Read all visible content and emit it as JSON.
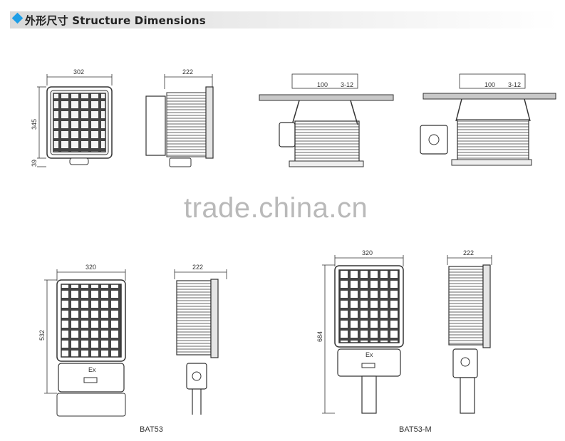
{
  "header": {
    "title": "外形尺寸 Structure Dimensions",
    "diamond_color": "#1e9ee6"
  },
  "dimensions": {
    "top_front_width": "302",
    "top_front_height": "345",
    "top_front_bottom": "39",
    "top_side_depth": "222",
    "ceiling_a_offset": "100",
    "ceiling_a_range": "3-12",
    "ceiling_b_offset": "100",
    "ceiling_b_range": "3-12",
    "bat53_width": "320",
    "bat53_height": "532",
    "bat53_side_depth": "222",
    "bat53m_width": "320",
    "bat53m_height": "684",
    "bat53m_side_depth": "222"
  },
  "labels": {
    "ex_mark_1": "Ex",
    "ex_mark_2": "Ex"
  },
  "captions": {
    "bat53": "BAT53",
    "bat53m": "BAT53-M"
  },
  "watermark": {
    "text": "trade.china.cn"
  }
}
